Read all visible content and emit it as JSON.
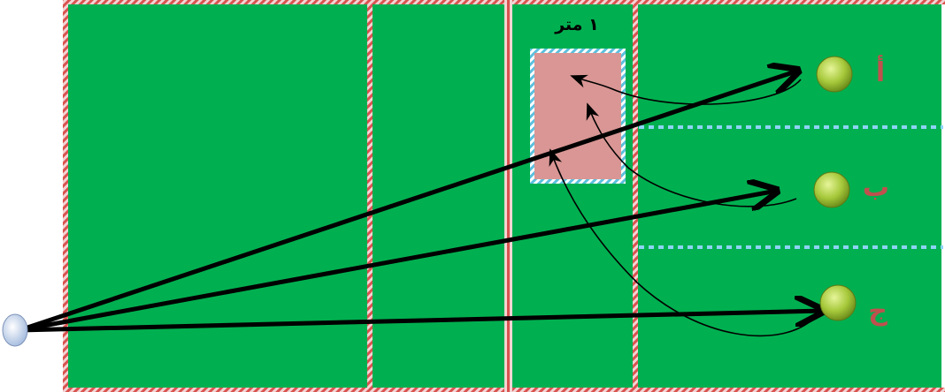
{
  "diagram": {
    "field_color": "#00b050",
    "target_box_color": "#d99694",
    "boundary_line_color": "#e8a4a4",
    "divider_color": "#8ed3f5",
    "ball_color": "#a6c83a",
    "label_color": "#c0504d",
    "target_width_label": "١ متر",
    "targets": [
      {
        "label": "أ"
      },
      {
        "label": "ب"
      },
      {
        "label": "ج"
      }
    ]
  }
}
